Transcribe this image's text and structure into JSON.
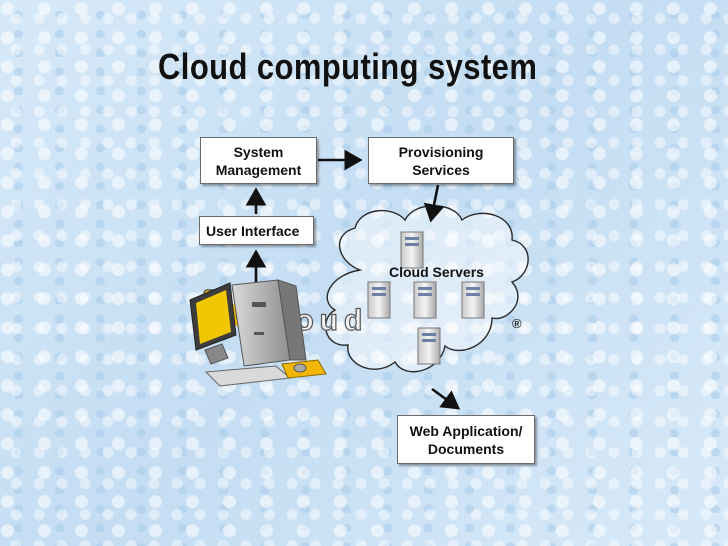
{
  "slide": {
    "title": "Cloud computing system"
  },
  "diagram": {
    "system_management": "System\nManagement",
    "provisioning_services": "Provisioning\nServices",
    "user_interface": "User Interface",
    "cloud_servers": "Cloud Servers",
    "web_application": "Web Application/\nDocuments"
  },
  "logo": {
    "text": "iCloud",
    "registered_mark": "®"
  },
  "colors": {
    "background": "#cfe4f6",
    "box_fill": "#ffffff",
    "arrow": "#111111",
    "logo_gold": "#f2b705"
  }
}
